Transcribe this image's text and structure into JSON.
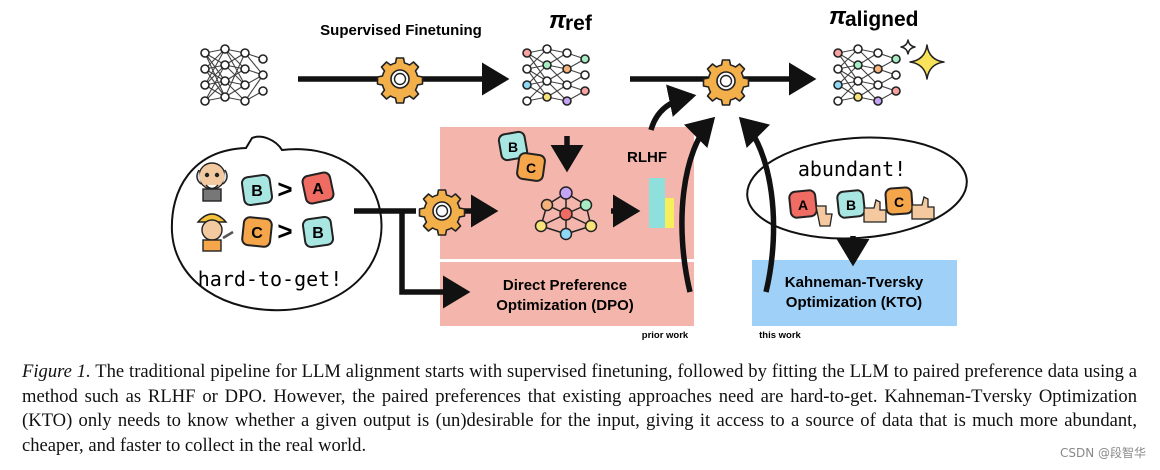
{
  "figure": {
    "labels": {
      "sft": "Supervised Finetuning",
      "pi_symbol": "π",
      "pi_ref_sub": "ref",
      "pi_aligned_sub": "aligned",
      "rlhf": "RLHF",
      "dpo_line1": "Direct Preference",
      "dpo_line2": "Optimization (DPO)",
      "kto_line1": "Kahneman-Tversky",
      "kto_line2": "Optimization (KTO)",
      "prior_work": "prior work",
      "this_work": "this work",
      "hard_to_get": "hard-to-get!",
      "abundant": "abundant!",
      "gt_symbol": ">"
    },
    "tiles": {
      "pair1_left": "B",
      "pair1_right": "A",
      "pair2_left": "C",
      "pair2_right": "B",
      "rlhf_top": "B",
      "rlhf_bottom": "C",
      "kto_1": "A",
      "kto_2": "B",
      "kto_3": "C"
    },
    "colors": {
      "rlhf_panel": "#f4b6ac",
      "dpo_panel": "#f4b6ac",
      "kto_panel": "#9fd0f7",
      "tile_teal": "#a8e6e2",
      "tile_red": "#f06b62",
      "tile_orange": "#f5a54a",
      "gear": "#f3b04a",
      "bar_teal": "#8ee0dc",
      "bar_yellow": "#f7ef5a"
    }
  },
  "caption": {
    "label": "Figure 1.",
    "text": " The traditional pipeline for LLM alignment starts with supervised finetuning, followed by fitting the LLM to paired preference data using a method such as RLHF or DPO. However, the paired preferences that existing approaches need are hard-to-get. Kahneman-Tversky Optimization (KTO) only needs to know whether a given output is (un)desirable for the input, giving it access to a source of data that is much more abundant, cheaper, and faster to collect in the real world."
  },
  "watermark": "CSDN @段智华"
}
